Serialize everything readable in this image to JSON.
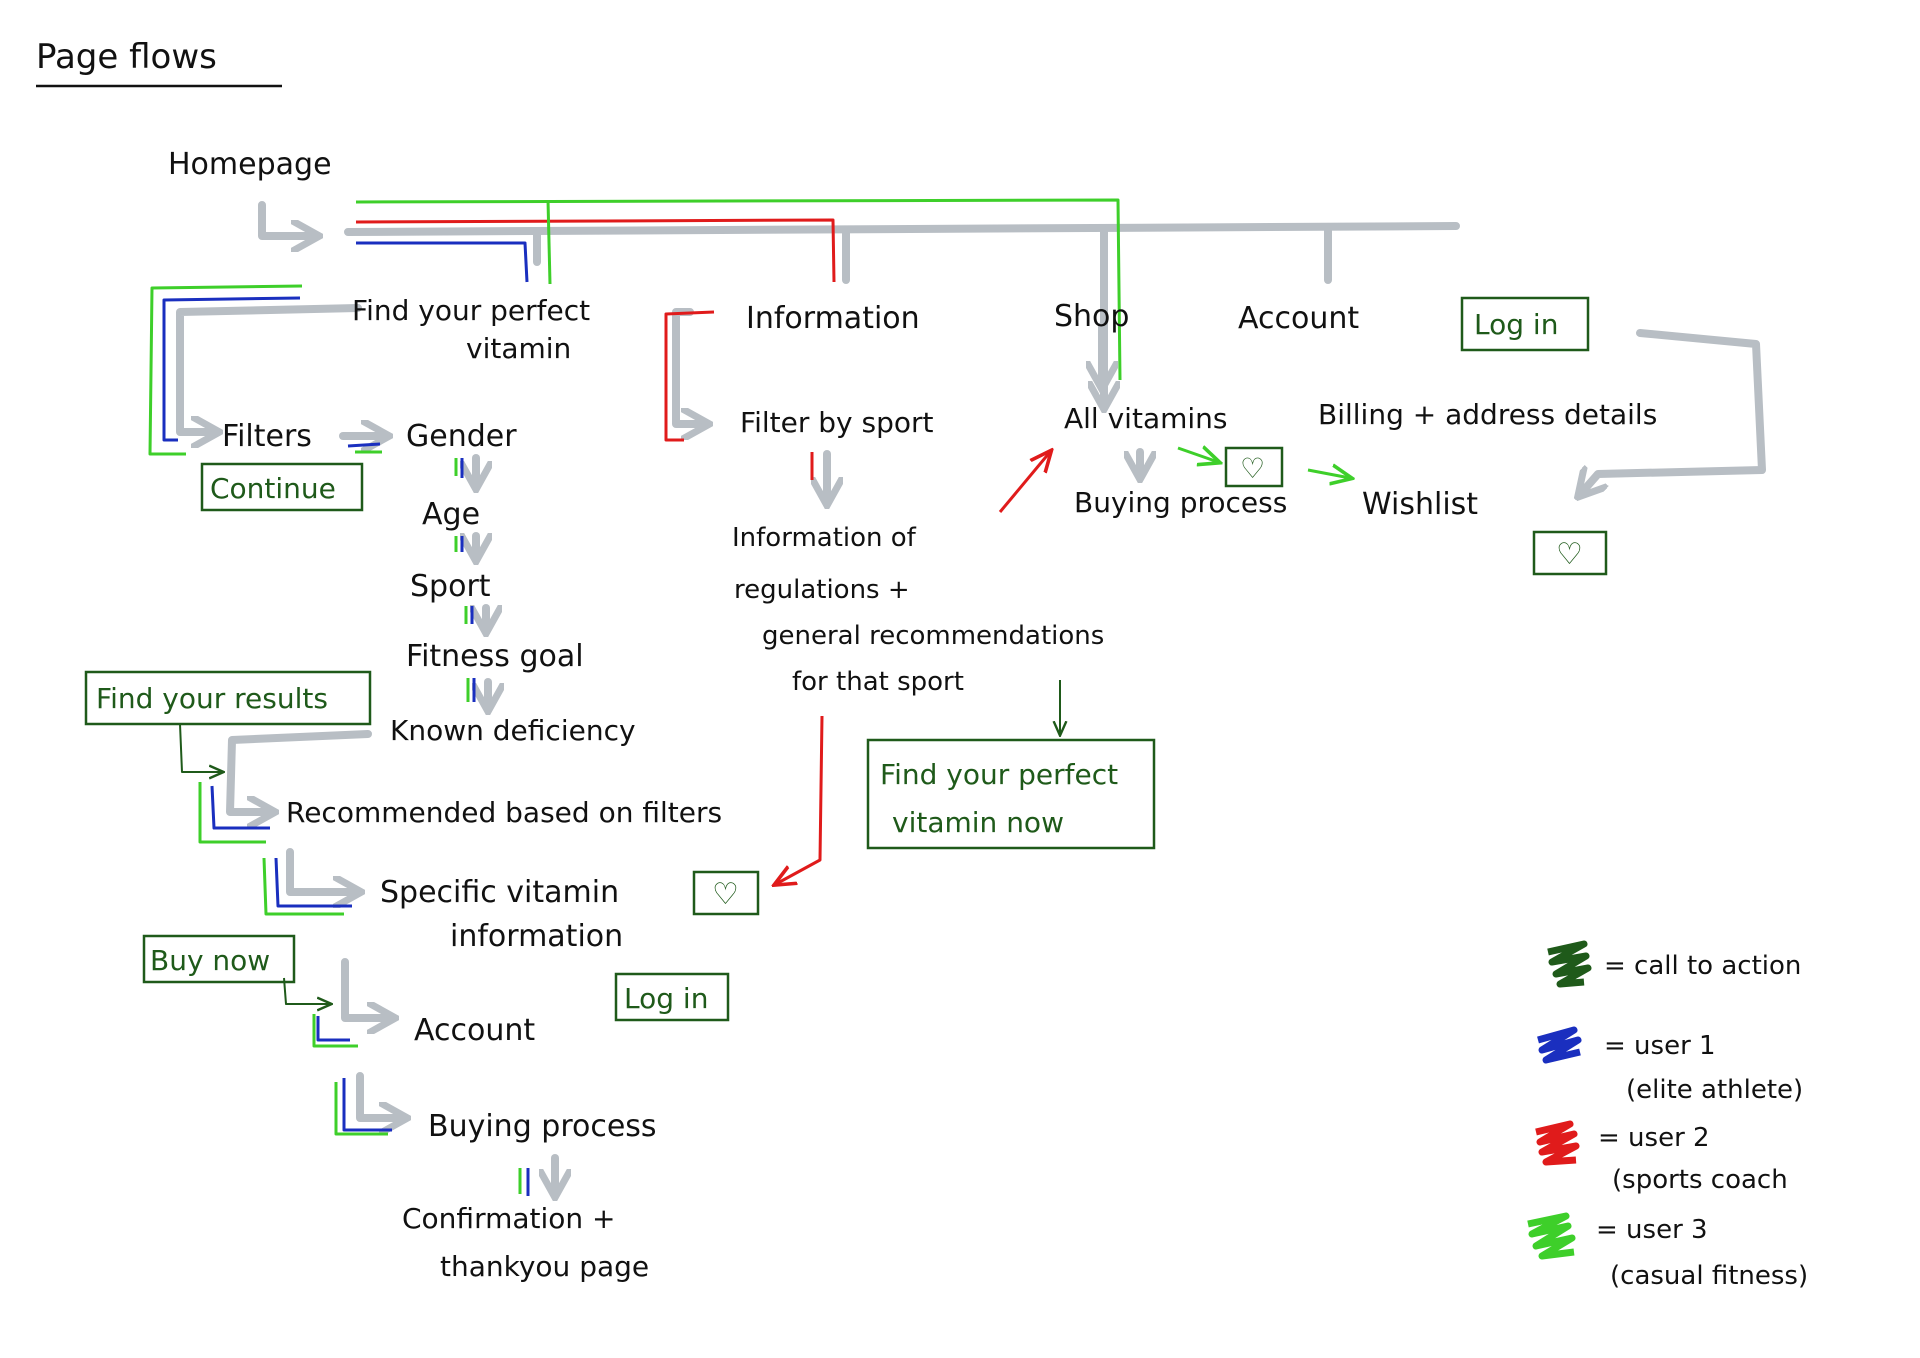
{
  "title": "Page flows",
  "nodes": {
    "homepage": "Homepage",
    "find_vitamin": [
      "Find your perfect",
      "vitamin"
    ],
    "information": "Information",
    "shop": "Shop",
    "account_top": "Account",
    "filters": "Filters",
    "gender": "Gender",
    "age": "Age",
    "sport": "Sport",
    "fitness_goal": "Fitness goal",
    "known_deficiency": "Known deficiency",
    "recommended": "Recommended based on filters",
    "specific_vitamin": [
      "Specific vitamin",
      "information"
    ],
    "account_bottom": "Account",
    "buying_process_bottom": "Buying process",
    "confirmation": [
      "Confirmation +",
      "thankyou page"
    ],
    "filter_by_sport": "Filter by sport",
    "info_regulations": [
      "Information of",
      "regulations +",
      "general recommendations",
      "for that sport"
    ],
    "all_vitamins": "All vitamins",
    "buying_process_shop": "Buying process",
    "billing": "Billing + address details",
    "wishlist": "Wishlist"
  },
  "cta": {
    "continue": "Continue",
    "find_results": "Find your results",
    "buy_now": "Buy now",
    "log_in_top": "Log in",
    "log_in_bottom": "Log in",
    "find_vitamin_now": [
      "Find your perfect",
      "vitamin now"
    ],
    "heart_symbol": "♡"
  },
  "legend": [
    {
      "label": "= call to action",
      "sub": "",
      "color": "#1f5a1a"
    },
    {
      "label": "= user 1",
      "sub": "(elite athlete)",
      "color": "#1a2fbf"
    },
    {
      "label": "= user 2",
      "sub": "(sports coach",
      "color": "#e01b1b"
    },
    {
      "label": "= user 3",
      "sub": "(casual fitness)",
      "color": "#3ecf2a"
    }
  ],
  "colors": {
    "flow": "#b8bec4",
    "user1": "#1a2fbf",
    "user2": "#e01b1b",
    "user3": "#3ecf2a",
    "cta": "#1f5a1a",
    "ink": "#111111"
  }
}
